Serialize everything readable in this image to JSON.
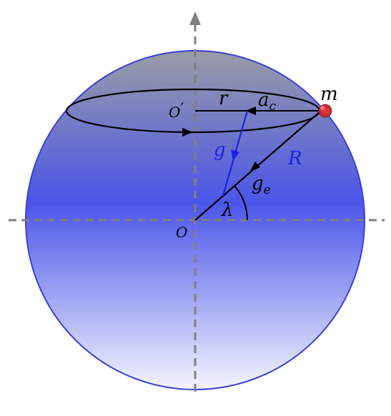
{
  "labels": {
    "mass": "m",
    "centripetal": "a",
    "centripetal_sub": "c",
    "radius_small": "r",
    "center_small": "O",
    "center_small_prime": "′",
    "gravity": "g",
    "radius_big": "R",
    "gravity_e": "g",
    "gravity_e_sub": "e",
    "latitude": "λ",
    "center": "O"
  },
  "colors": {
    "sphere_top": "#9a9ca6",
    "sphere_mid": "#4a55e8",
    "sphere_bottom": "#f4f5fe",
    "sphere_edge": "#3a3fd8",
    "axes": "#808080",
    "ink": "#000000",
    "gravity_vector": "#1a22e0",
    "mass_fill": "#b8202a"
  }
}
